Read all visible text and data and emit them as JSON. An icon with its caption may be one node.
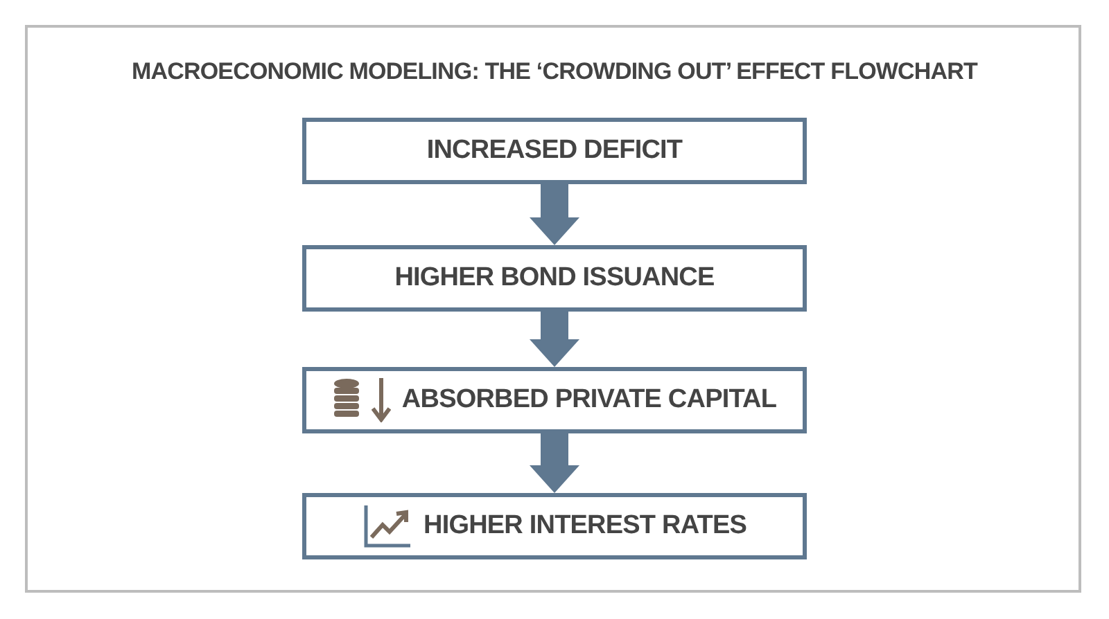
{
  "diagram": {
    "title": "MACROECONOMIC MODELING: THE ‘CROWDING OUT’ EFFECT FLOWCHART",
    "nodes": [
      {
        "text": [
          "INCREASED DEFICIT"
        ]
      },
      {
        "text": [
          "HIGHER BOND ISSUANCE"
        ]
      },
      {
        "text": [
          "ABSORBED PRIVATE CAPITAL"
        ]
      },
      {
        "text": [
          "HIGHER INTEREST RATES"
        ]
      }
    ],
    "edges": [
      {
        "from": 0,
        "to": 1,
        "arrow": "to"
      },
      {
        "from": 1,
        "to": 2,
        "arrow": "to"
      },
      {
        "from": 2,
        "to": 3,
        "arrow": "to"
      }
    ]
  }
}
